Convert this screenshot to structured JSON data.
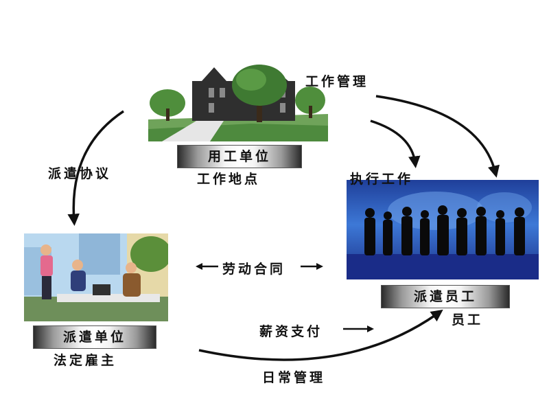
{
  "client": {
    "title": "用工单位",
    "subtitle": "工作地点"
  },
  "agency": {
    "title": "派遣单位",
    "subtitle": "法定雇主"
  },
  "worker": {
    "title": "派遣员工",
    "subtitle": "员工"
  },
  "relations": {
    "work_management": "工作管理",
    "dispatch_agreement": "派遣协议",
    "perform_work": "执行工作",
    "labor_contract": "劳动合同",
    "salary_payment": "薪资支付",
    "daily_management": "日常管理"
  }
}
